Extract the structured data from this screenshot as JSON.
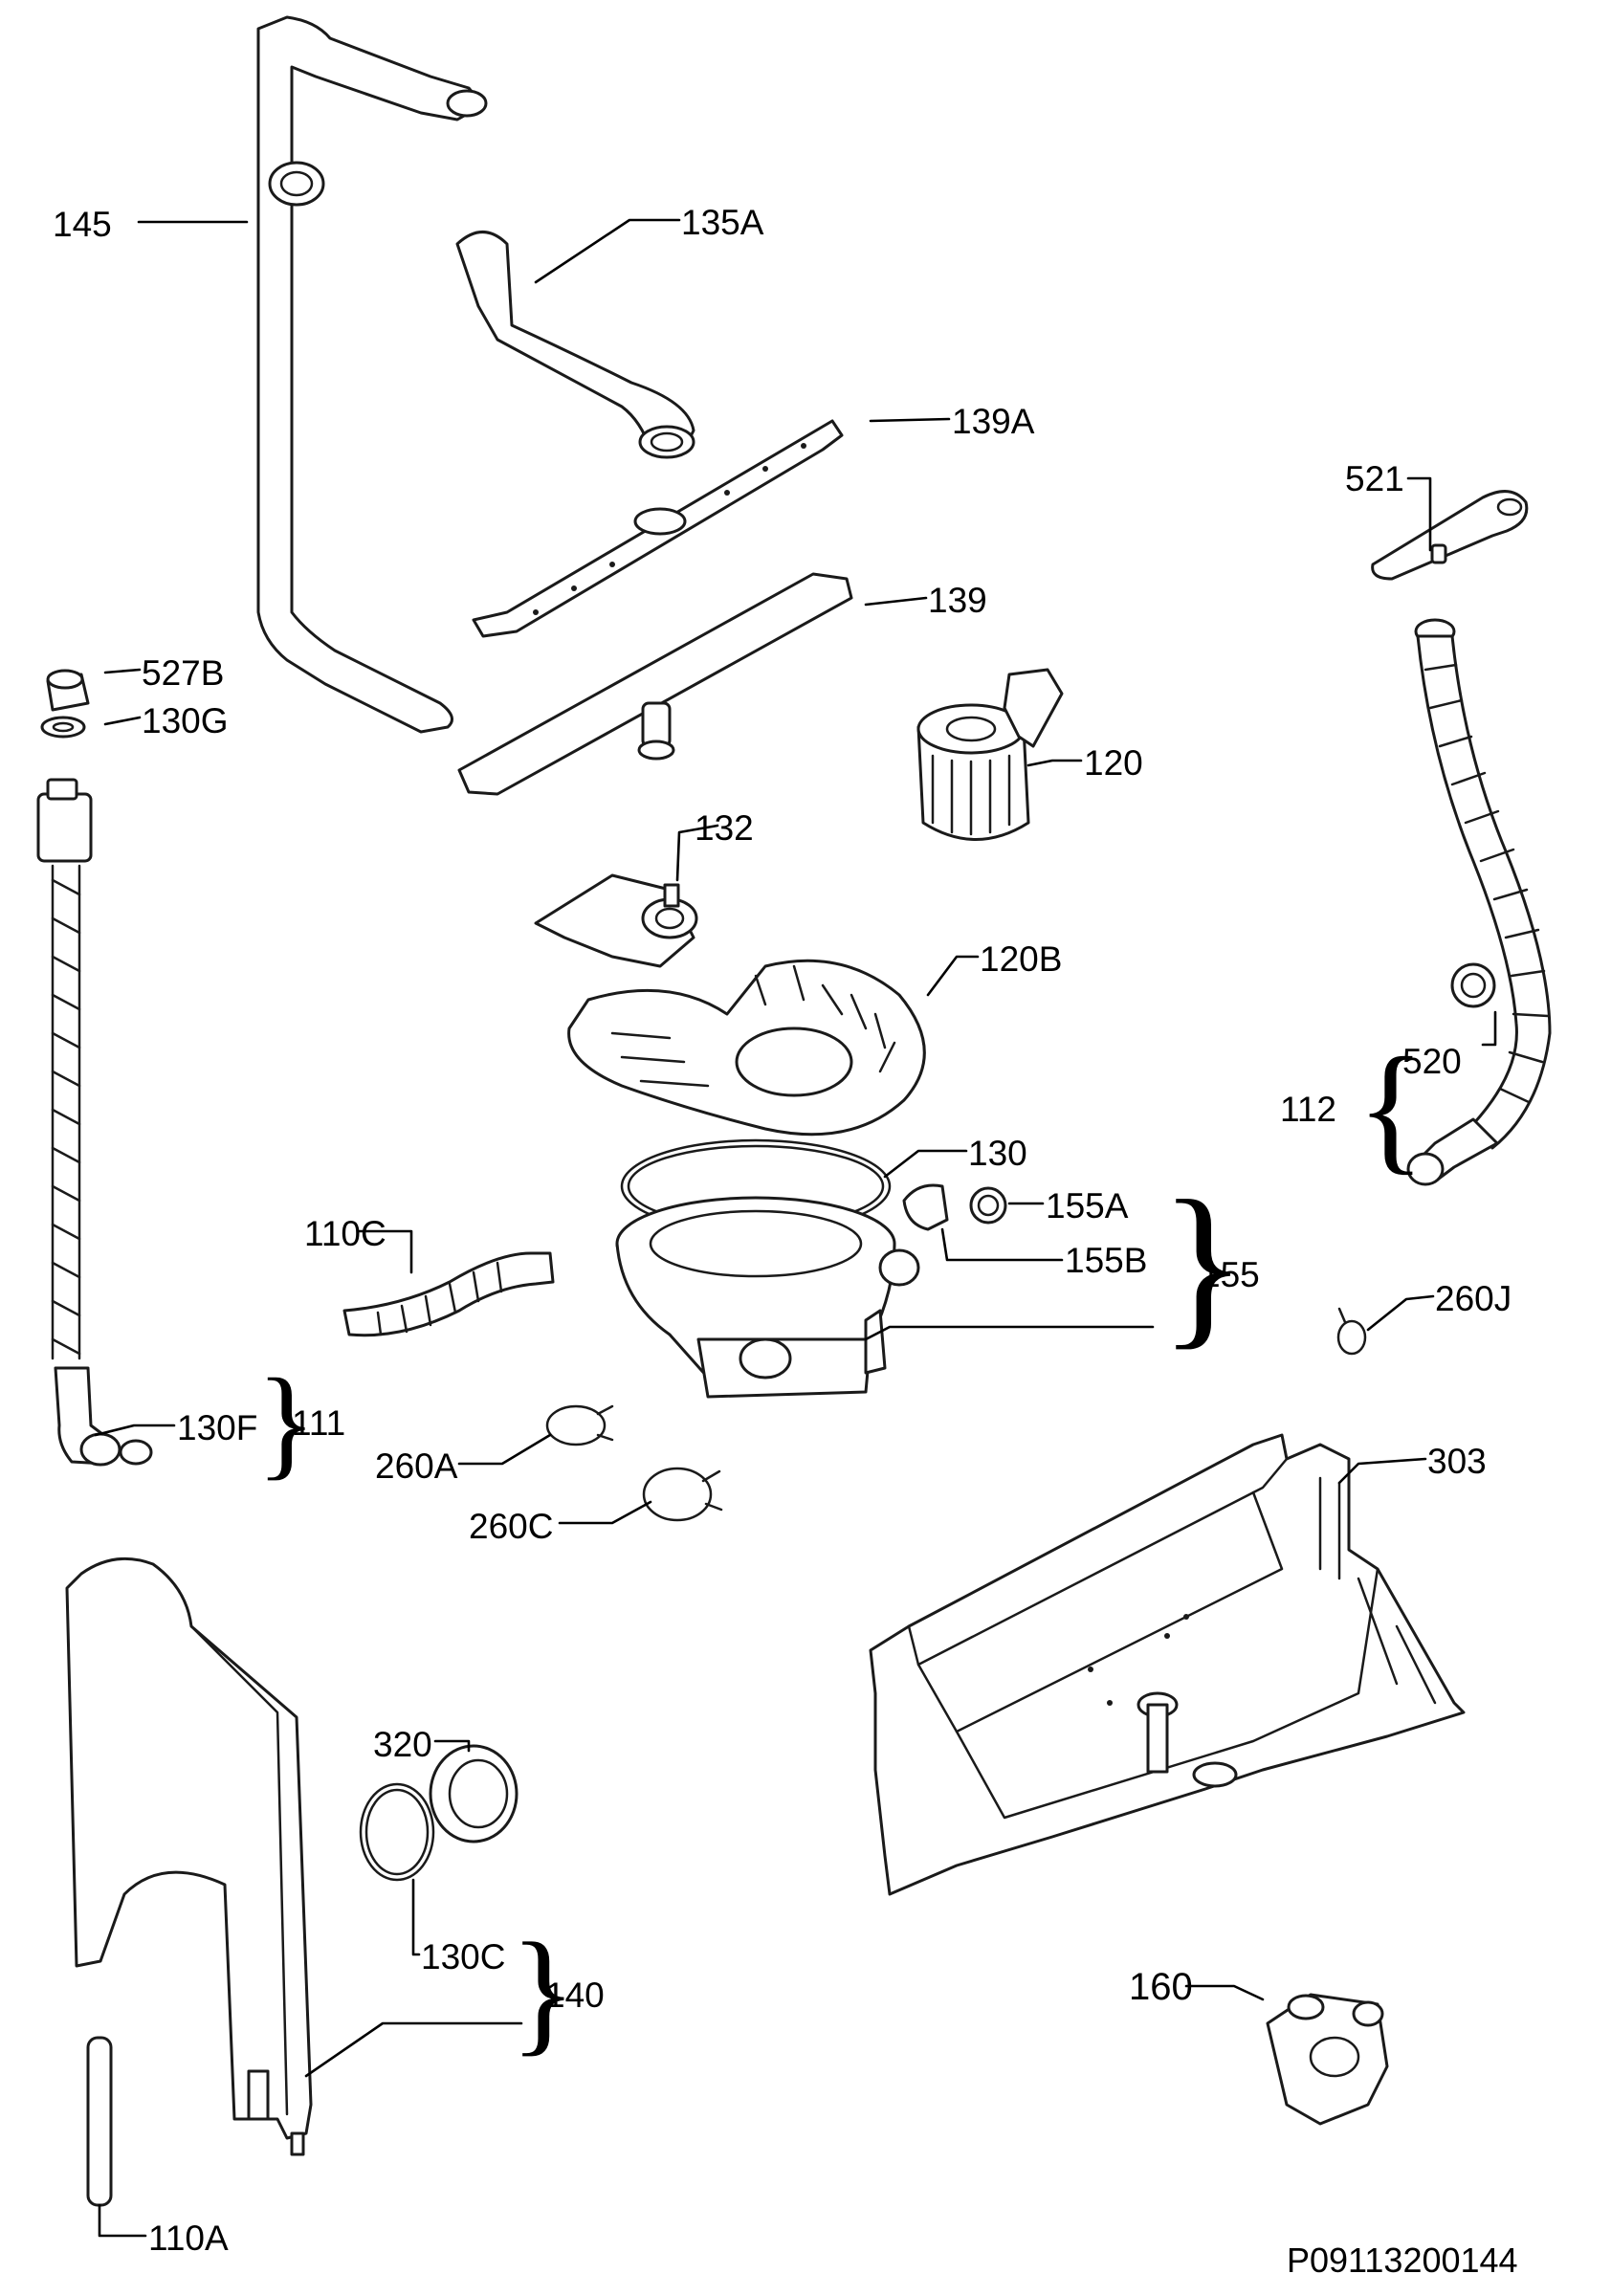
{
  "labels": {
    "145": "145",
    "135A": "135A",
    "139A": "139A",
    "139": "139",
    "521": "521",
    "527B": "527B",
    "130G": "130G",
    "120": "120",
    "132": "132",
    "120B": "120B",
    "520": "520",
    "112": "112",
    "130": "130",
    "155A": "155A",
    "110C": "110C",
    "155B": "155B",
    "155": "155",
    "260J": "260J",
    "111": "111",
    "130F": "130F",
    "260A": "260A",
    "303": "303",
    "260C": "260C",
    "320": "320",
    "130C": "130C",
    "140": "140",
    "160": "160",
    "110A": "110A"
  },
  "brace": "{",
  "brace_right": "}",
  "drawing_code": "P09113200144"
}
